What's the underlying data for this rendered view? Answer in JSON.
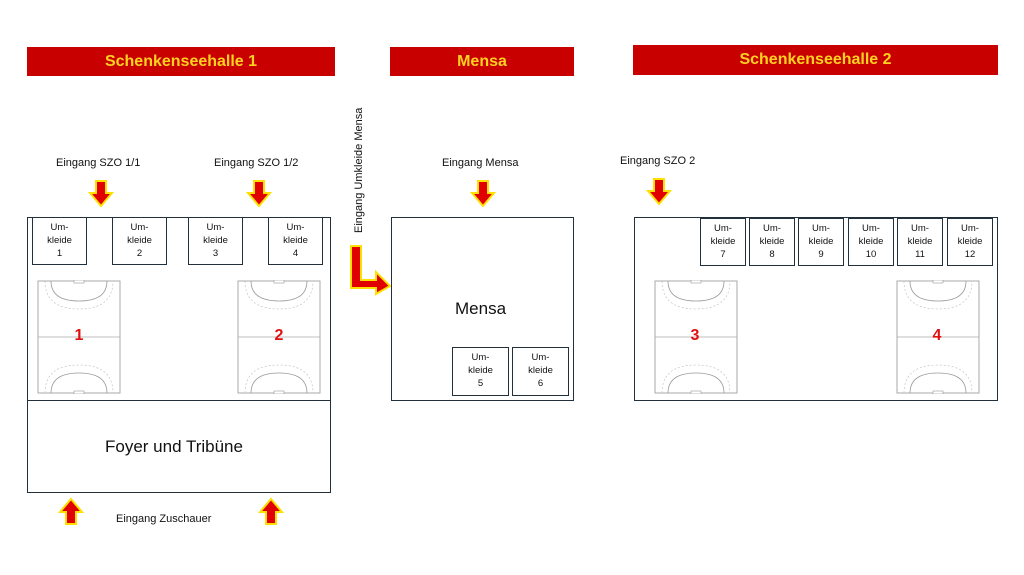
{
  "banners": {
    "hall1": "Schenkenseehalle 1",
    "mensa": "Mensa",
    "hall2": "Schenkenseehalle 2"
  },
  "labels": {
    "entrance_szo_1_1": "Eingang SZO 1/1",
    "entrance_szo_1_2": "Eingang SZO 1/2",
    "entrance_mensa": "Eingang Mensa",
    "entrance_szo_2": "Eingang SZO 2",
    "entrance_umkleide_mensa": "Eingang Umkleide Mensa",
    "entrance_spectators": "Eingang Zuschauer",
    "foyer": "Foyer und Tribüne",
    "mensa_room": "Mensa"
  },
  "changing_rooms": [
    {
      "line1": "Um-",
      "line2": "kleide",
      "num": "1"
    },
    {
      "line1": "Um-",
      "line2": "kleide",
      "num": "2"
    },
    {
      "line1": "Um-",
      "line2": "kleide",
      "num": "3"
    },
    {
      "line1": "Um-",
      "line2": "kleide",
      "num": "4"
    },
    {
      "line1": "Um-",
      "line2": "kleide",
      "num": "5"
    },
    {
      "line1": "Um-",
      "line2": "kleide",
      "num": "6"
    },
    {
      "line1": "Um-",
      "line2": "kleide",
      "num": "7"
    },
    {
      "line1": "Um-",
      "line2": "kleide",
      "num": "8"
    },
    {
      "line1": "Um-",
      "line2": "kleide",
      "num": "9"
    },
    {
      "line1": "Um-",
      "line2": "kleide",
      "num": "10"
    },
    {
      "line1": "Um-",
      "line2": "kleide",
      "num": "11"
    },
    {
      "line1": "Um-",
      "line2": "kleide",
      "num": "12"
    }
  ],
  "courts": [
    "1",
    "2",
    "3",
    "4"
  ],
  "colors": {
    "banner_bg": "#c80000",
    "banner_text": "#ffd21f",
    "arrow_fill": "#e00000",
    "arrow_outline": "#ffe000",
    "court_number": "#e01010"
  }
}
